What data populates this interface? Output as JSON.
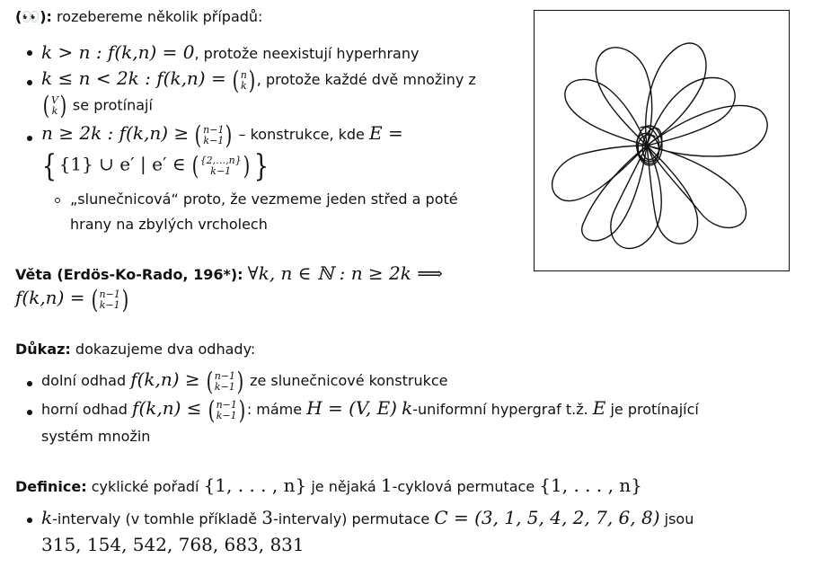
{
  "intro": {
    "eyes": "(👀)",
    "colon": ":",
    "text": "rozebereme několik případů:"
  },
  "cases": {
    "c1_math": "k > n : f(k,n) = 0",
    "c1_text": ", protože neexistují hyperhrany",
    "c2_math": "k ≤ n < 2k : f(k,n) =",
    "c2_text": ", protože každé dvě množiny z",
    "c2_text2": "se protínají",
    "c3_math": "n ≥ 2k : f(k,n) ≥",
    "c3_text": "– konstrukce, kde",
    "c3_e": "E =",
    "c3_set_a": "{1} ∪ e′ | e′ ∈",
    "sub1": "„slunečnicová“ proto, že vezmeme jeden střed a poté",
    "sub2": "hrany na zbylých vrcholech"
  },
  "binoms": {
    "n_k": {
      "top": "n",
      "bot": "k"
    },
    "V_k": {
      "top": "V",
      "bot": "k"
    },
    "n1_k1": {
      "top": "n−1",
      "bot": "k−1"
    },
    "set_k1": {
      "top": "{2,…,n}",
      "bot": "k−1"
    }
  },
  "theorem": {
    "label": "Věta (Erdös-Ko-Rado, 196*):",
    "math1": "∀k, n ∈ ℕ : n ≥ 2k ⟹",
    "math2": "f(k,n) ="
  },
  "proof": {
    "label": "Důkaz:",
    "text": "dokazujeme dva odhady:",
    "b1_a": "dolní odhad",
    "b1_math": "f(k,n) ≥",
    "b1_b": "ze slunečnicové konstrukce",
    "b2_a": "horní odhad",
    "b2_math": "f(k,n) ≤",
    "b2_b": ": máme",
    "b2_m2": "H = (V, E)",
    "b2_m3": "k",
    "b2_c": "-uniformní hypergraf t.ž.",
    "b2_m4": "E",
    "b2_d": "je protínající",
    "b2_e": "systém množin"
  },
  "definition": {
    "label": "Definice:",
    "text_a": "cyklické pořadí",
    "set": "{1, . . . , n}",
    "text_b": "je nějaká",
    "one": "1",
    "text_c": "-cyklová permutace",
    "b1_k": "k",
    "b1_a": "-intervaly (v tomhle příkladě",
    "b1_3": "3",
    "b1_b": "-intervaly) permutace",
    "b1_perm": "C = (3, 1, 5, 4, 2, 7, 6, 8)",
    "b1_c": "jsou",
    "intervals": "315, 154, 542, 768, 683, 831"
  }
}
